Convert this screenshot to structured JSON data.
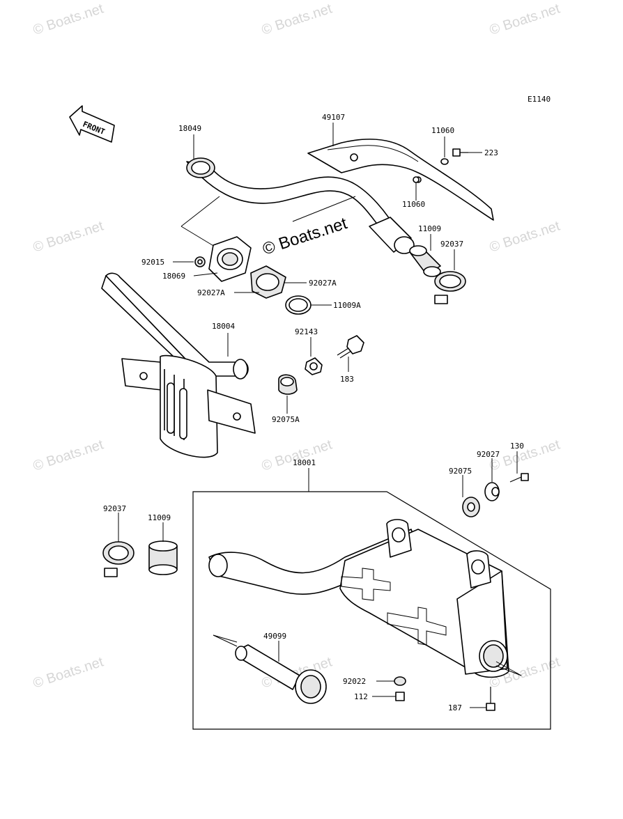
{
  "diagram": {
    "code": "E1140",
    "front_label": "FRONT",
    "watermark_main": "© Boats.net",
    "watermark": "© Boats.net",
    "parts": {
      "p18049": "18049",
      "p49107": "49107",
      "p11060a": "11060",
      "p223": "223",
      "p11060b": "11060",
      "p11009a": "11009",
      "p92037a": "92037",
      "p92015": "92015",
      "p18069": "18069",
      "p92027Aa": "92027A",
      "p92027Ab": "92027A",
      "p11009A": "11009A",
      "p18004": "18004",
      "p92143": "92143",
      "p183": "183",
      "p92075A": "92075A",
      "p18001": "18001",
      "p130": "130",
      "p92027": "92027",
      "p92075": "92075",
      "p92037b": "92037",
      "p11009b": "11009",
      "p49099": "49099",
      "p92022": "92022",
      "p112": "112",
      "p187": "187"
    }
  }
}
